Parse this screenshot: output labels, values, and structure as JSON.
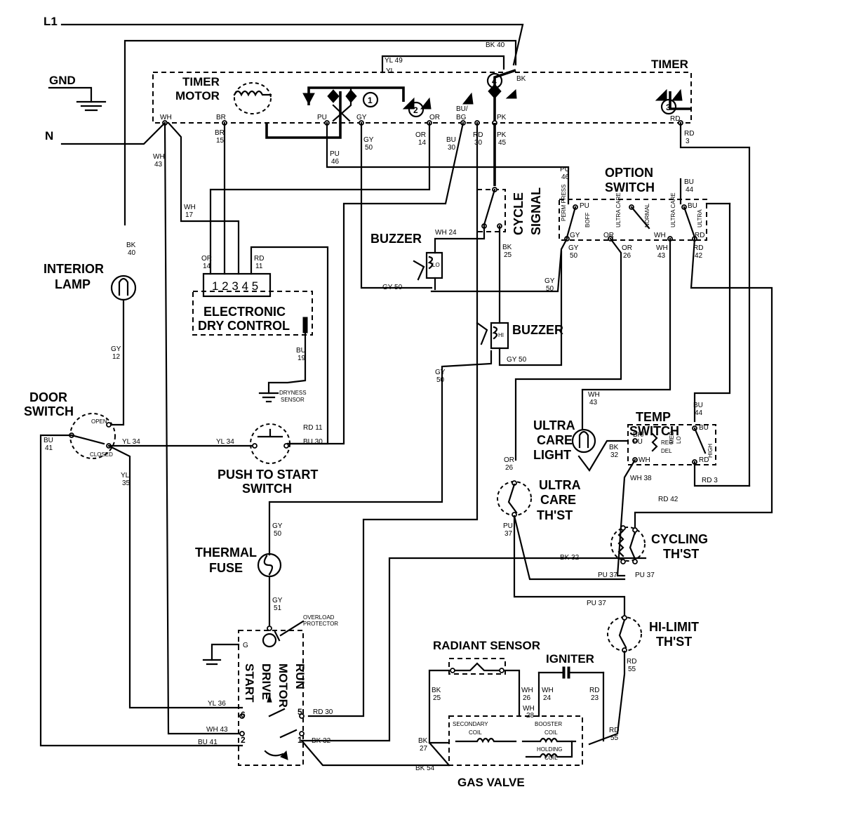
{
  "power": {
    "l1": "L1",
    "n": "N",
    "gnd": "GND"
  },
  "timer": {
    "title": "TIMER",
    "motor_line1": "TIMER",
    "motor_line2": "MOTOR",
    "contact1": "1",
    "contact2": "2",
    "contact3": "3",
    "contact4": "4",
    "term_wh": "WH",
    "term_br": "BR",
    "term_pu": "PU",
    "term_gy": "GY",
    "term_or": "OR",
    "term_bu": "BU/",
    "term_bu2": "BG",
    "term_pk": "PK",
    "term_rd": "RD",
    "term_bk": "BK",
    "term_yl": "YL"
  },
  "option_switch": {
    "line1": "OPTION",
    "line2": "SWITCH",
    "t_pu": "PU",
    "t_gy": "GY",
    "t_or": "OR",
    "t_wh": "WH",
    "t_bu": "BU",
    "t_rd": "RD",
    "s1": "PERM PRESS",
    "s2": "BOFF",
    "s3": "ULTRA CARE",
    "s4": "NORMAL",
    "s5": "ULTRA CARE",
    "s6": "ULTRA"
  },
  "cycle_signal": {
    "line1": "CYCLE",
    "line2": "SIGNAL"
  },
  "buzzer_lo": {
    "label": "BUZZER",
    "tag": "LO"
  },
  "buzzer_hi": {
    "label": "BUZZER",
    "tag": "HI"
  },
  "interior_lamp": {
    "line1": "INTERIOR",
    "line2": "LAMP"
  },
  "edc": {
    "pins": "1 2 3 4 5",
    "line1": "ELECTRONIC",
    "line2": "DRY CONTROL"
  },
  "dryness_sensor": {
    "line1": "DRYNESS",
    "line2": "SENSOR"
  },
  "door_switch": {
    "line1": "DOOR",
    "line2": "SWITCH",
    "open": "OPEN",
    "closed": "CLOSED"
  },
  "push_to_start": {
    "line1": "PUSH TO START",
    "line2": "SWITCH"
  },
  "thermal_fuse": {
    "line1": "THERMAL",
    "line2": "FUSE"
  },
  "overload": {
    "line1": "OVERLOAD",
    "line2": "PROTECTOR"
  },
  "motor": {
    "start": "START",
    "drive": "DRIVE",
    "motor": "MOTOR",
    "run": "RUN",
    "g": "G",
    "p6": "6",
    "p5": "5",
    "p2": "2",
    "p1": "1"
  },
  "temp_switch": {
    "line1": "TEMP",
    "line2": "SWITCH",
    "t_bk": "BK/",
    "t_pu": "PU",
    "t_wh": "WH",
    "t_bu": "BU",
    "t_rd": "RD",
    "reg": "REG",
    "del": "DEL",
    "med": "MED",
    "lo": "LO",
    "high": "HIGH"
  },
  "ultra_care_light": {
    "line1": "ULTRA",
    "line2": "CARE",
    "line3": "LIGHT"
  },
  "ultra_care_thst": {
    "line1": "ULTRA",
    "line2": "CARE",
    "line3": "TH'ST"
  },
  "cycling_thst": {
    "line1": "CYCLING",
    "line2": "TH'ST"
  },
  "hilimit_thst": {
    "line1": "HI-LIMIT",
    "line2": "TH'ST"
  },
  "radiant_sensor": {
    "label": "RADIANT SENSOR"
  },
  "igniter": {
    "label": "IGNITER"
  },
  "gas_valve": {
    "label": "GAS VALVE",
    "secondary1": "SECONDARY",
    "secondary2": "COIL",
    "booster1": "BOOSTER",
    "booster2": "COIL",
    "holding1": "HOLDING",
    "holding2": "COIL"
  },
  "wires": {
    "bk40_top": "BK 40",
    "yl49": "YL 49",
    "yl": "YL",
    "wh43_a": "WH",
    "wh43_b": "43",
    "br15_a": "BR",
    "br15_b": "15",
    "pu46_a": "PU",
    "pu46_b": "46",
    "gy50_a": "GY",
    "gy50_b": "50",
    "or14_a": "OR",
    "or14_b": "14",
    "bu30_a": "BU",
    "bu30_b": "30",
    "rd30_a": "RD",
    "rd30_b": "30",
    "pk45_a": "PK",
    "pk45_b": "45",
    "rd3_a": "RD",
    "rd3_b": "3",
    "pu46_opt_a": "PU",
    "pu46_opt_b": "46",
    "bu44_opt_a": "BU",
    "bu44_opt_b": "44",
    "wh17_a": "WH",
    "wh17_b": "17",
    "or14_edc_a": "OR",
    "or14_edc_b": "14",
    "rd11_edc_a": "RD",
    "rd11_edc_b": "11",
    "bk40_lamp_a": "BK",
    "bk40_lamp_b": "40",
    "wh24_buz": "WH 24",
    "bk25_a": "BK",
    "bk25_b": "25",
    "gy50_buz": "GY 50",
    "gy50_opt_a": "GY",
    "gy50_opt_b": "50",
    "gy50_low_a": "GY",
    "gy50_low_b": "50",
    "or26_opt_a": "OR",
    "or26_opt_b": "26",
    "wh43_opt_a": "WH",
    "wh43_opt_b": "43",
    "rd42_opt_a": "RD",
    "rd42_opt_b": "42",
    "gy50_hi": "GY 50",
    "gy50_left_a": "GY",
    "gy50_left_b": "50",
    "bu19_a": "BU",
    "bu19_b": "19",
    "gy12_a": "GY",
    "gy12_b": "12",
    "bu41_a": "BU",
    "bu41_b": "41",
    "yl34_door": "YL 34",
    "yl34_push": "YL 34",
    "rd11_push": "RD 11",
    "bu30_push": "BU 30",
    "yl35_a": "YL",
    "yl35_b": "35",
    "wh43_ucl_a": "WH",
    "wh43_ucl_b": "43",
    "bu44_ts_a": "BU",
    "bu44_ts_b": "44",
    "bk32_ts_a": "BK",
    "bk32_ts_b": "32",
    "or26_uc_a": "OR",
    "or26_uc_b": "26",
    "wh38": "WH 38",
    "rd3_ts": "RD 3",
    "rd42_cy": "RD 42",
    "pu37_uc_a": "PU",
    "pu37_uc_b": "37",
    "bk32_mid": "BK 32",
    "gy50_fuse_a": "GY",
    "gy50_fuse_b": "50",
    "gy51_a": "GY",
    "gy51_b": "51",
    "pu37_cy_l": "PU 37",
    "pu37_cy_r": "PU 37",
    "pu37_hl": "PU 37",
    "rd55_a": "RD",
    "rd55_b": "55",
    "rd55_gv_a": "RD",
    "rd55_gv_b": "55",
    "yl36": "YL 36",
    "rd30_m": "RD 30",
    "wh43_m": "WH 43",
    "bu41_m": "BU 41",
    "bk32_m": "BK 32",
    "bk25_gv_a": "BK",
    "bk25_gv_b": "25",
    "wh26_gv_a": "WH",
    "wh26_gv_b": "26",
    "wh28_gv_a": "WH",
    "wh28_gv_b": "28",
    "wh24_gv_a": "WH",
    "wh24_gv_b": "24",
    "rd23_gv_a": "RD",
    "rd23_gv_b": "23",
    "bk27_a": "BK",
    "bk27_b": "27",
    "bk54": "BK 54"
  }
}
